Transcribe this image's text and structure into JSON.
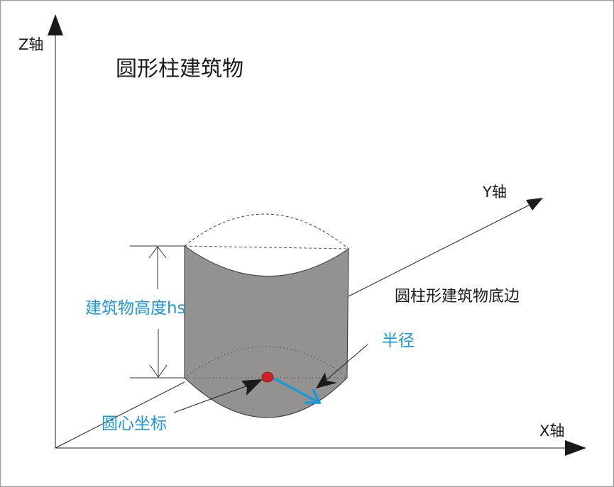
{
  "title": "圆形柱建筑物",
  "axes": {
    "z": "Z轴",
    "y": "Y轴",
    "x": "X轴"
  },
  "labels": {
    "height": "建筑物高度hs",
    "base": "圆柱形建筑物底边",
    "radius": "半径",
    "center": "圆心坐标"
  },
  "colors": {
    "cylinder": "#939291",
    "accent": "#1a98d8",
    "center_dot": "#d42020",
    "ink": "#1a1a1a"
  }
}
